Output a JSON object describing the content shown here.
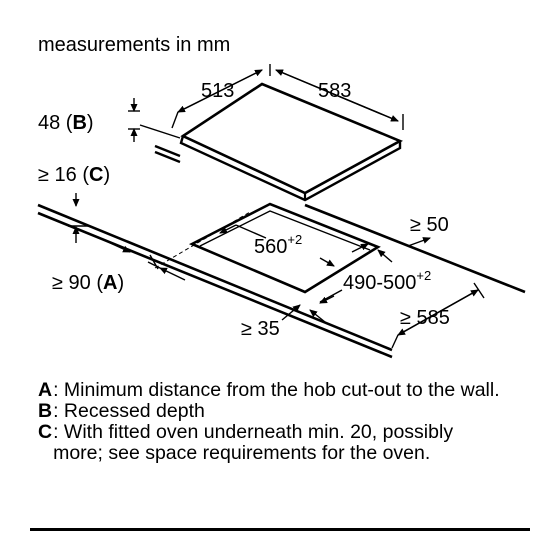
{
  "diagram": {
    "title": "measurements in mm",
    "labels": {
      "width": "513",
      "depth": "583",
      "recess": "48 (",
      "recess_letter": "B",
      "recess_close": ")",
      "clearance": "≥ 16 (",
      "clearance_letter": "C",
      "clearance_close": ")",
      "cutout_width_base": "560",
      "cutout_width_sup": "+2",
      "cutout_depth_base": "490-500",
      "cutout_depth_sup": "+2",
      "side_gap": "≥ 50",
      "wall_gap": "≥ 90 (",
      "wall_gap_letter": "A",
      "wall_gap_close": ")",
      "front_gap": "≥ 35",
      "worktop_depth": "≥ 585"
    }
  },
  "legend": [
    {
      "letter": "A",
      "text": ": Minimum distance from the hob cut-out to the wall."
    },
    {
      "letter": "B",
      "text": ": Recessed depth"
    },
    {
      "letter": "C",
      "text": ": With fitted oven underneath min. 20, possibly more; see space requirements for the oven."
    }
  ]
}
